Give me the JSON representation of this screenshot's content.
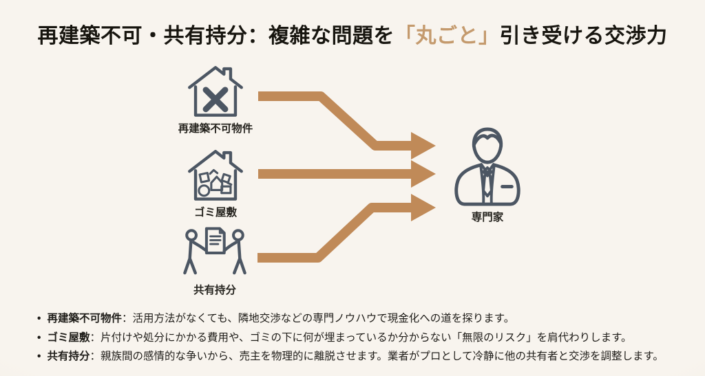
{
  "title": {
    "prefix": "再建築不可・共有持分：複雑な問題を",
    "highlight": "「丸ごと」",
    "suffix": "引き受ける交渉力"
  },
  "diagram": {
    "sources": [
      {
        "label": "再建築不可物件",
        "icon": "house-x-icon"
      },
      {
        "label": "ゴミ屋敷",
        "icon": "hoarder-house-icon"
      },
      {
        "label": "共有持分",
        "icon": "shared-ownership-icon"
      }
    ],
    "target": {
      "label": "専門家",
      "icon": "expert-icon"
    }
  },
  "notes": {
    "marker": "•",
    "items": [
      {
        "term": "再建築不可物件",
        "description": "：活用方法がなくても、隣地交渉などの専門ノウハウで現金化への道を探ります。"
      },
      {
        "term": "ゴミ屋敷",
        "description": "：片付けや処分にかかる費用や、ゴミの下に何が埋まっているか分からない「無限のリスク」を肩代わりします。"
      },
      {
        "term": "共有持分",
        "description": "：親族間の感情的な争いから、売主を物理的に離脱させます。業者がプロとして冷静に他の共有者と交渉を調整します。"
      }
    ]
  },
  "palette": {
    "background": "#f6f2ea",
    "arrow": "#c08a58",
    "title_highlight": "#c49a6d",
    "icon_stroke": "#4c5663",
    "text": "#1f1d19"
  }
}
